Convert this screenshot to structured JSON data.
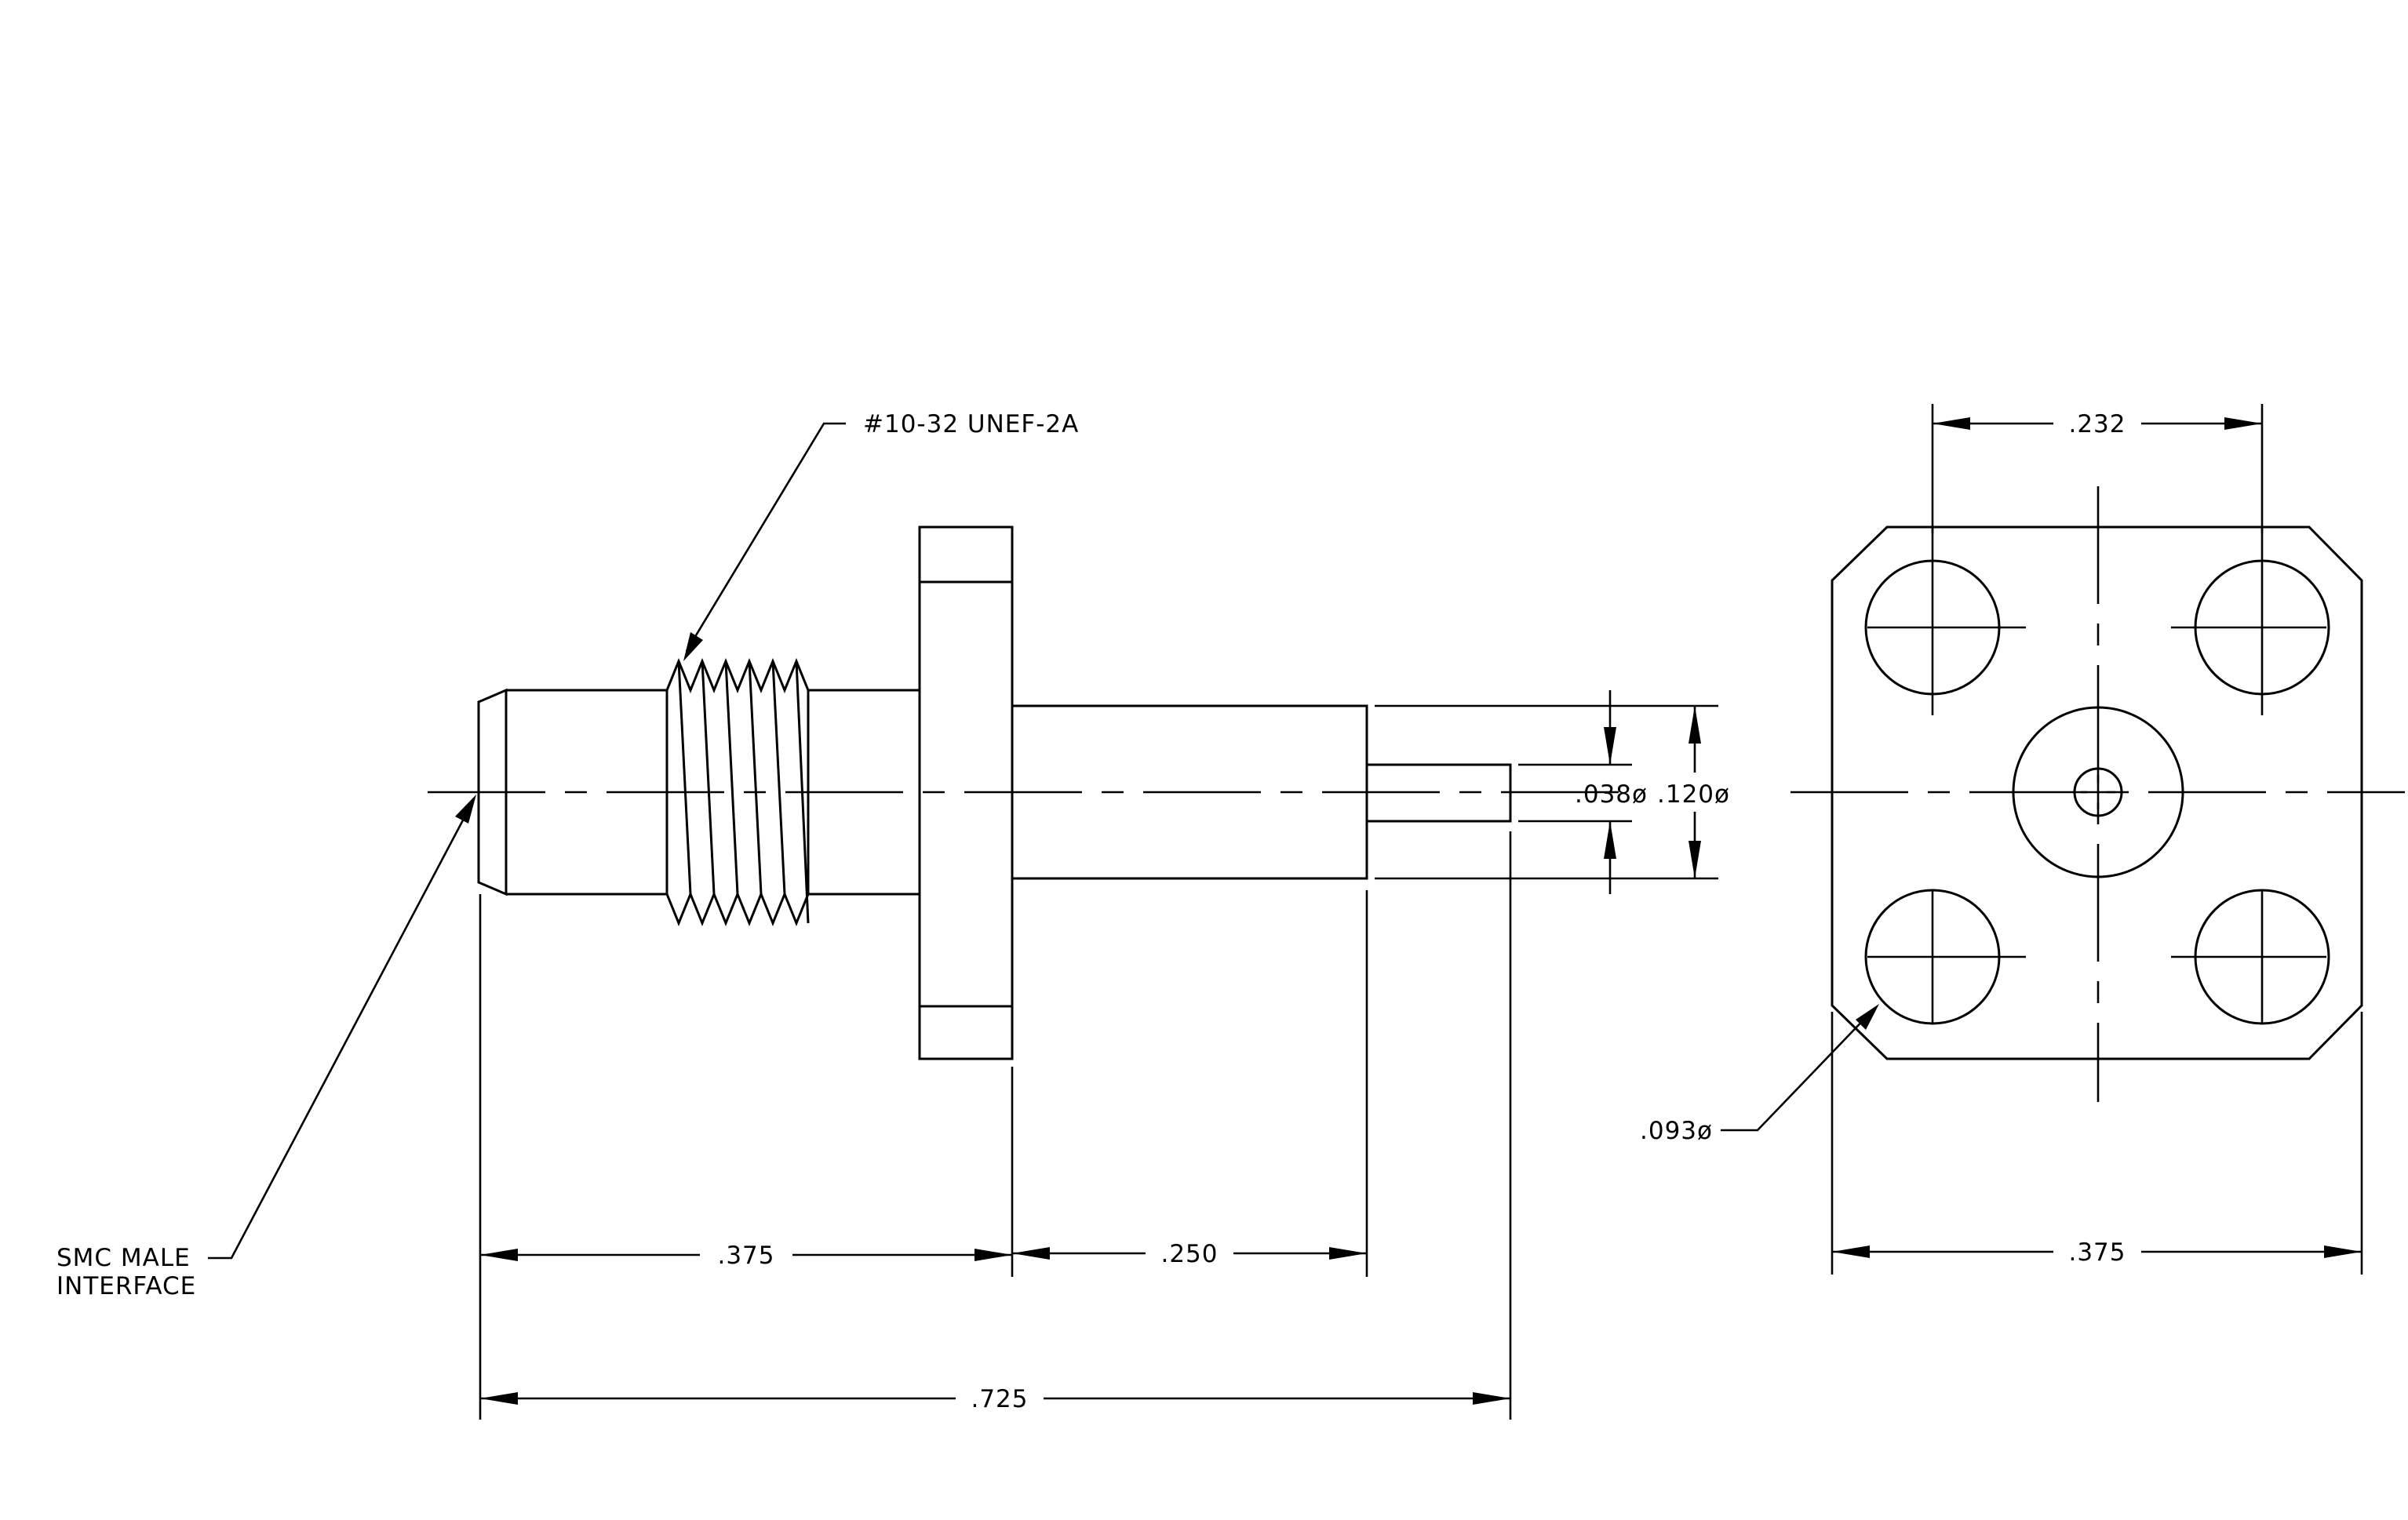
{
  "callouts": {
    "thread": "#10-32 UNEF-2A",
    "interface_line1": "SMC MALE",
    "interface_line2": "INTERFACE",
    "hole_dia": ".093ø"
  },
  "dimensions": {
    "side_a": ".375",
    "side_b": ".250",
    "overall": ".725",
    "pin_dia": ".038ø",
    "body_dia": ".120ø",
    "flange_hole_spacing": ".232",
    "flange_width": ".375"
  }
}
